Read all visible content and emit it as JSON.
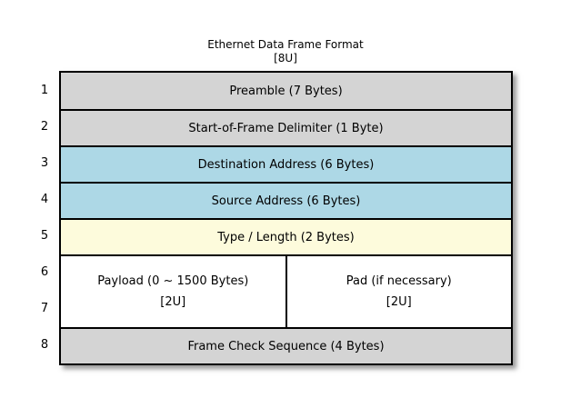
{
  "title": {
    "line1": "Ethernet Data Frame Format",
    "line2": "[8U]"
  },
  "colors": {
    "gray": "#d4d4d4",
    "blue": "#add8e6",
    "yellow": "#fdfbdc",
    "white": "#ffffff",
    "border": "#000000",
    "text": "#000000"
  },
  "rows": [
    {
      "num": "1",
      "label": "Preamble (7 Bytes)",
      "color": "gray"
    },
    {
      "num": "2",
      "label": "Start-of-Frame Delimiter (1 Byte)",
      "color": "gray"
    },
    {
      "num": "3",
      "label": "Destination Address (6 Bytes)",
      "color": "blue"
    },
    {
      "num": "4",
      "label": "Source Address (6 Bytes)",
      "color": "blue"
    },
    {
      "num": "5",
      "label": "Type / Length (2 Bytes)",
      "color": "yellow"
    },
    {
      "num_top": "6",
      "num_bottom": "7",
      "color": "white",
      "cells": [
        {
          "line1": "Payload (0 ~ 1500 Bytes)",
          "line2": "[2U]"
        },
        {
          "line1": "Pad (if necessary)",
          "line2": "[2U]"
        }
      ]
    },
    {
      "num": "8",
      "label": "Frame Check Sequence (4 Bytes)",
      "color": "gray"
    }
  ]
}
